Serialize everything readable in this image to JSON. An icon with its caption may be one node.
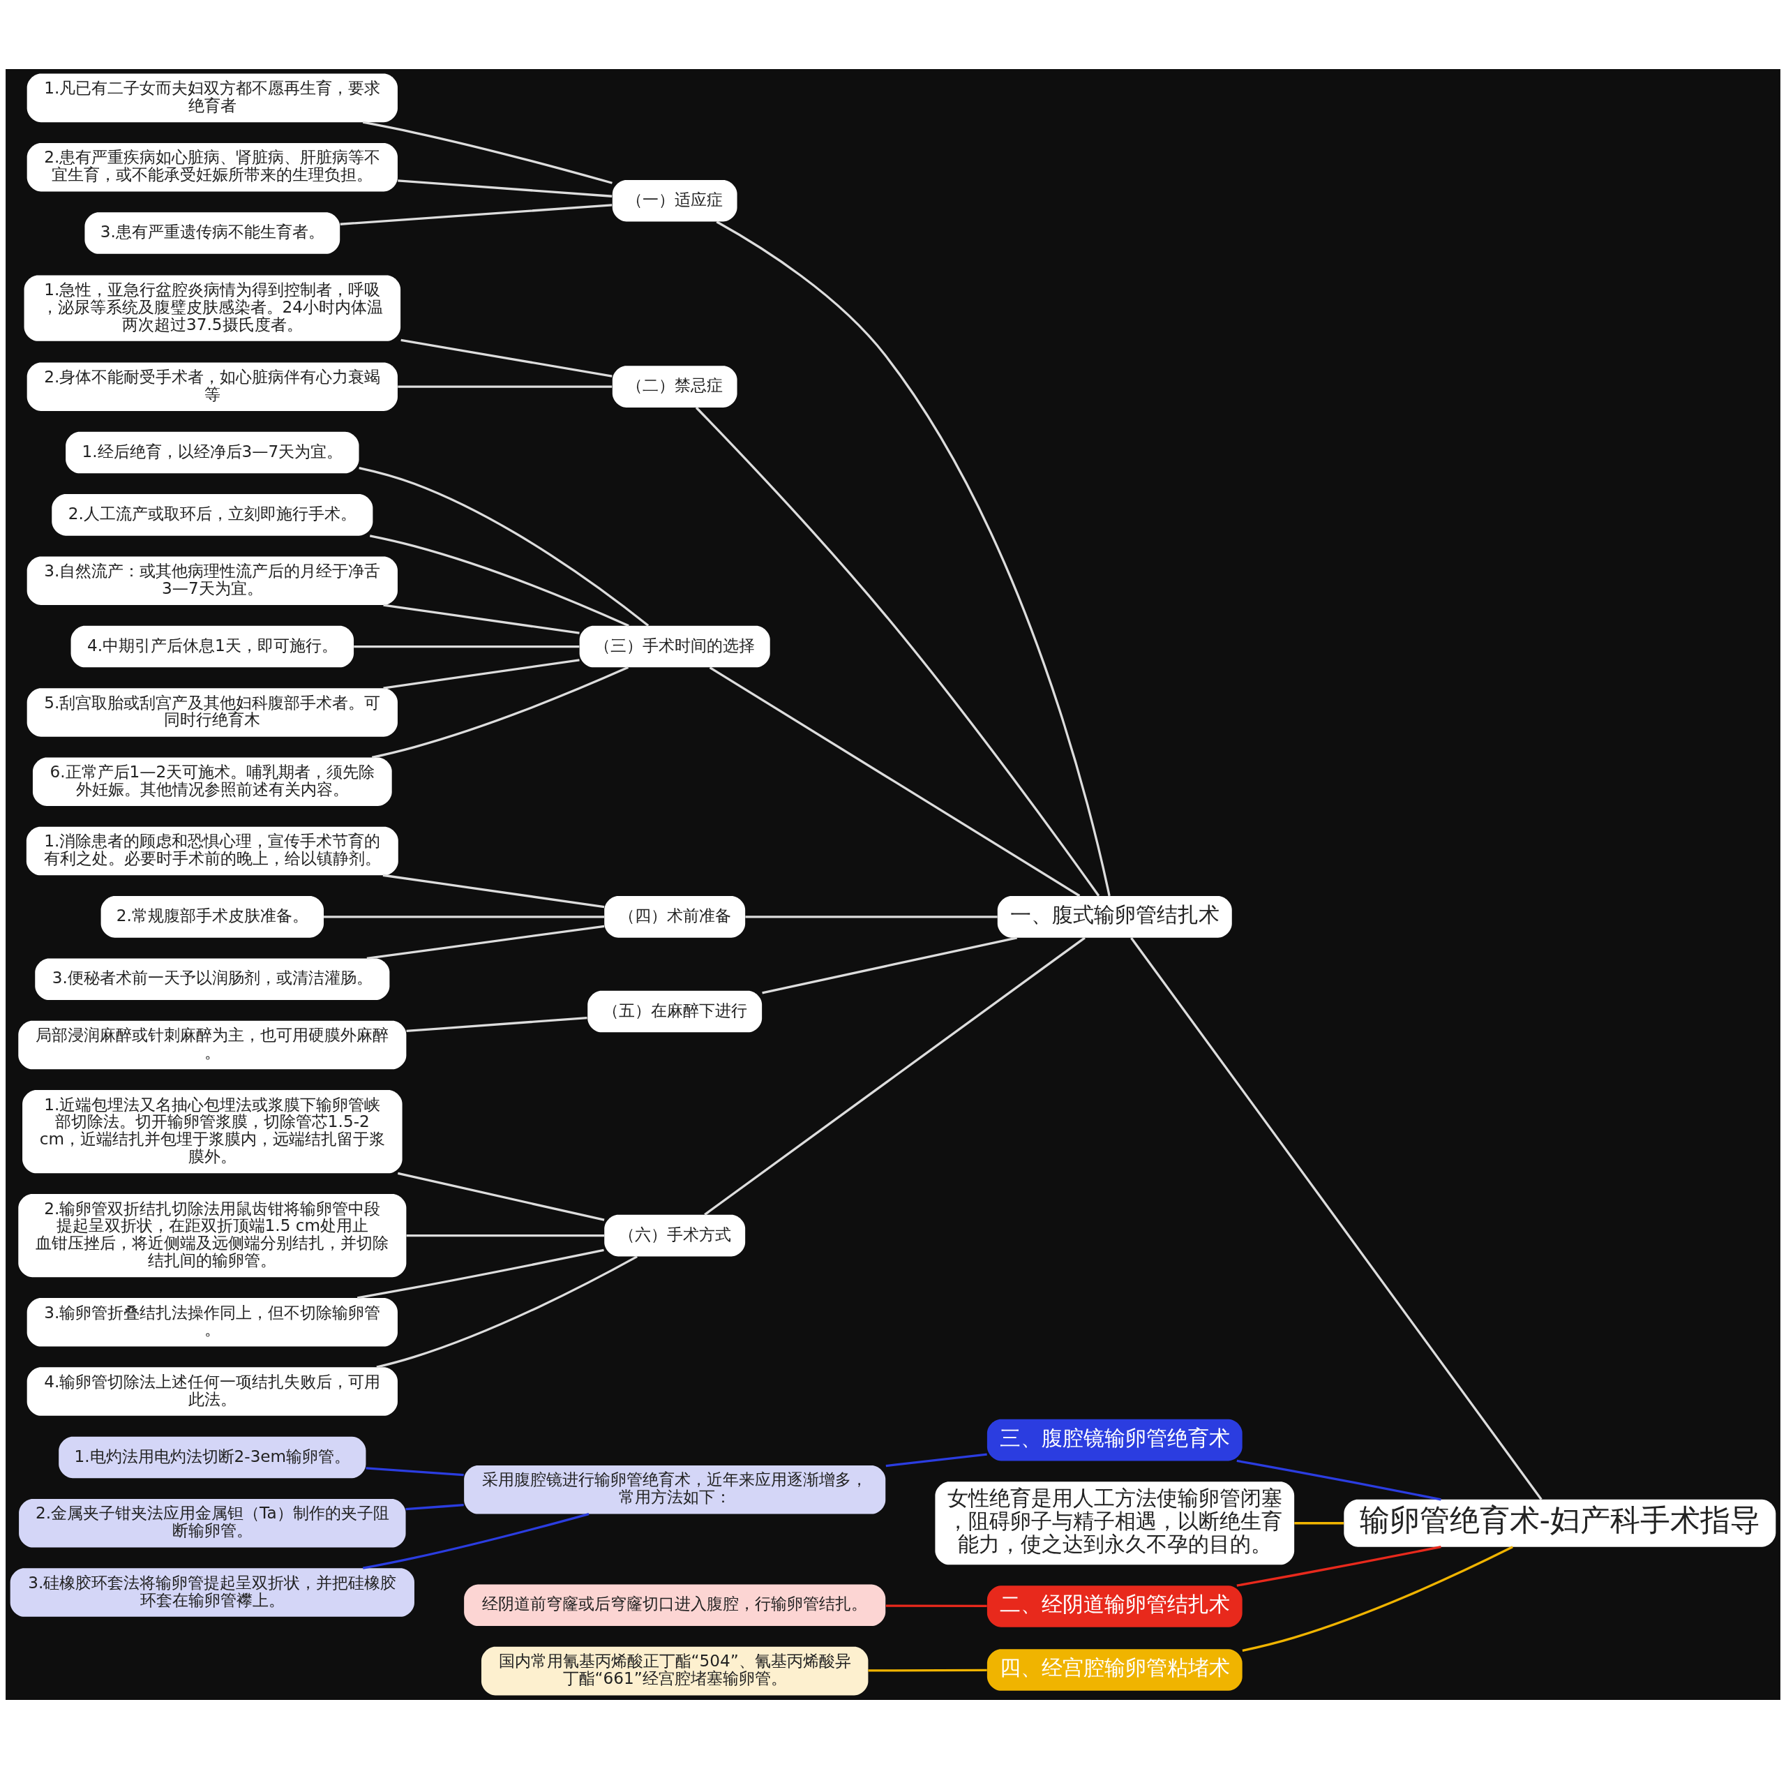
{
  "diagram": {
    "nodes": [
      {
        "text": [
          "输卵管绝育术-妇产科手术指导"
        ]
      },
      {
        "text": [
          "一、腹式输卵管结扎术"
        ]
      },
      {
        "text": [
          "（一）适应症"
        ]
      },
      {
        "text": [
          "1.凡已有二子女而夫妇双方都不愿再生育，要求绝育者"
        ]
      },
      {
        "text": [
          "2.患有严重疾病如心脏病、肾脏病、肝脏病等不宜生育，或不能承受妊娠所带来的生理负担。"
        ]
      },
      {
        "text": [
          "3.患有严重遗传病不能生育者。"
        ]
      },
      {
        "text": [
          "（二）禁忌症"
        ]
      },
      {
        "text": [
          "1.急性，亚急行盆腔炎病情为得到控制者，呼吸，泌尿等系统及腹璧皮肤感染者。24小时内体温两次超过37.5摄氏度者。"
        ]
      },
      {
        "text": [
          "2.身体不能耐受手术者，如心脏病伴有心力衰竭等"
        ]
      },
      {
        "text": [
          "（三）手术时间的选择"
        ]
      },
      {
        "text": [
          "1.经后绝育，以经净后3—7天为宜。"
        ]
      },
      {
        "text": [
          "2.人工流产或取环后，立刻即施行手术。"
        ]
      },
      {
        "text": [
          "3.自然流产：或其他病理性流产后的月经于净舌3—7天为宜。"
        ]
      },
      {
        "text": [
          "4.中期引产后休息1天，即可施行。"
        ]
      },
      {
        "text": [
          "5.刮宫取胎或刮宫产及其他妇科腹部手术者。可同时行绝育木"
        ]
      },
      {
        "text": [
          "6.正常产后1—2天可施术。哺乳期者，须先除外妊娠。其他情况参照前述有关内容。"
        ]
      },
      {
        "text": [
          "（四）术前准备"
        ]
      },
      {
        "text": [
          "1.消除患者的顾虑和恐惧心理，宣传手术节育的有利之处。必要时手术前的晚上，给以镇静剂。"
        ]
      },
      {
        "text": [
          "2.常规腹部手术皮肤准备。"
        ]
      },
      {
        "text": [
          "3.便秘者术前一天予以润肠剂，或清洁灌肠。"
        ]
      },
      {
        "text": [
          "（五）在麻醉下进行"
        ]
      },
      {
        "text": [
          "局部浸润麻醉或针刺麻醉为主，也可用硬膜外麻醉。"
        ]
      },
      {
        "text": [
          "（六）手术方式"
        ]
      },
      {
        "text": [
          "1.近端包埋法又名抽心包埋法或浆膜下输卵管峡部切除法。切开输卵管浆膜，切除管芯1.5-2cm，近端结扎并包埋于浆膜内，远端结扎留于浆膜外。"
        ]
      },
      {
        "text": [
          "2.输卵管双折结扎切除法用鼠齿钳将输卵管中段提起呈双折状，在距双折顶端1.5 cm处用止血钳压挫后，将近侧端及远侧端分别结扎，并切除结扎间的输卵管。"
        ]
      },
      {
        "text": [
          "3.输卵管折叠结扎法操作同上，但不切除输卵管。"
        ]
      },
      {
        "text": [
          "4.输卵管切除法上述任何一项结扎失败后，可用此法。"
        ]
      },
      {
        "text": [
          "三、腹腔镜输卵管绝育术"
        ]
      },
      {
        "text": [
          "采用腹腔镜进行输卵管绝育术，近年来应用逐渐增多，常用方法如下："
        ]
      },
      {
        "text": [
          "1.电灼法用电灼法切断2-3em输卵管。"
        ]
      },
      {
        "text": [
          "2.金属夹子钳夹法应用金属钽（Ta）制作的夹子阻断输卵管。"
        ]
      },
      {
        "text": [
          "3.硅橡胶环套法将输卵管提起呈双折状，并把硅橡胶环套在输卵管襻上。"
        ]
      },
      {
        "text": [
          "女性绝育是用人工方法使输卵管闭塞，阻碍卵子与精子相遇，以断绝生育能力，使之达到永久不孕的目的。"
        ]
      },
      {
        "text": [
          "二、经阴道输卵管结扎术"
        ]
      },
      {
        "text": [
          "经阴道前穹窿或后穹窿切口进入腹腔，行输卵管结扎。"
        ]
      },
      {
        "text": [
          "四、经宫腔输卵管粘堵术"
        ]
      },
      {
        "text": [
          "国内常用氰基丙烯酸正丁酯“504”、氰基丙烯酸异丁酯“661”经宫腔堵塞输卵管。"
        ]
      }
    ],
    "edges": [
      {
        "from": 0,
        "to": 1,
        "arrow": "none"
      },
      {
        "from": 1,
        "to": 2,
        "arrow": "none"
      },
      {
        "from": 2,
        "to": 3,
        "arrow": "none"
      },
      {
        "from": 2,
        "to": 4,
        "arrow": "none"
      },
      {
        "from": 2,
        "to": 5,
        "arrow": "none"
      },
      {
        "from": 1,
        "to": 6,
        "arrow": "none"
      },
      {
        "from": 6,
        "to": 7,
        "arrow": "none"
      },
      {
        "from": 6,
        "to": 8,
        "arrow": "none"
      },
      {
        "from": 1,
        "to": 9,
        "arrow": "none"
      },
      {
        "from": 9,
        "to": 10,
        "arrow": "none"
      },
      {
        "from": 9,
        "to": 11,
        "arrow": "none"
      },
      {
        "from": 9,
        "to": 12,
        "arrow": "none"
      },
      {
        "from": 9,
        "to": 13,
        "arrow": "none"
      },
      {
        "from": 9,
        "to": 14,
        "arrow": "none"
      },
      {
        "from": 9,
        "to": 15,
        "arrow": "none"
      },
      {
        "from": 1,
        "to": 16,
        "arrow": "none"
      },
      {
        "from": 16,
        "to": 17,
        "arrow": "none"
      },
      {
        "from": 16,
        "to": 18,
        "arrow": "none"
      },
      {
        "from": 16,
        "to": 19,
        "arrow": "none"
      },
      {
        "from": 1,
        "to": 20,
        "arrow": "none"
      },
      {
        "from": 20,
        "to": 21,
        "arrow": "none"
      },
      {
        "from": 1,
        "to": 22,
        "arrow": "none"
      },
      {
        "from": 22,
        "to": 23,
        "arrow": "none"
      },
      {
        "from": 22,
        "to": 24,
        "arrow": "none"
      },
      {
        "from": 22,
        "to": 25,
        "arrow": "none"
      },
      {
        "from": 22,
        "to": 26,
        "arrow": "none"
      },
      {
        "from": 0,
        "to": 27,
        "arrow": "none",
        "color": "#2b3de0"
      },
      {
        "from": 27,
        "to": 28,
        "arrow": "none",
        "color": "#2b3de0"
      },
      {
        "from": 28,
        "to": 29,
        "arrow": "none",
        "color": "#2b3de0"
      },
      {
        "from": 28,
        "to": 30,
        "arrow": "none",
        "color": "#2b3de0"
      },
      {
        "from": 28,
        "to": 31,
        "arrow": "none",
        "color": "#2b3de0"
      },
      {
        "from": 0,
        "to": 32,
        "arrow": "none",
        "color": "#f0b400"
      },
      {
        "from": 0,
        "to": 33,
        "arrow": "none",
        "color": "#e8291c"
      },
      {
        "from": 33,
        "to": 34,
        "arrow": "none",
        "color": "#e8291c"
      },
      {
        "from": 0,
        "to": 35,
        "arrow": "none",
        "color": "#f0b400"
      },
      {
        "from": 35,
        "to": 36,
        "arrow": "none",
        "color": "#f0b400"
      }
    ]
  }
}
